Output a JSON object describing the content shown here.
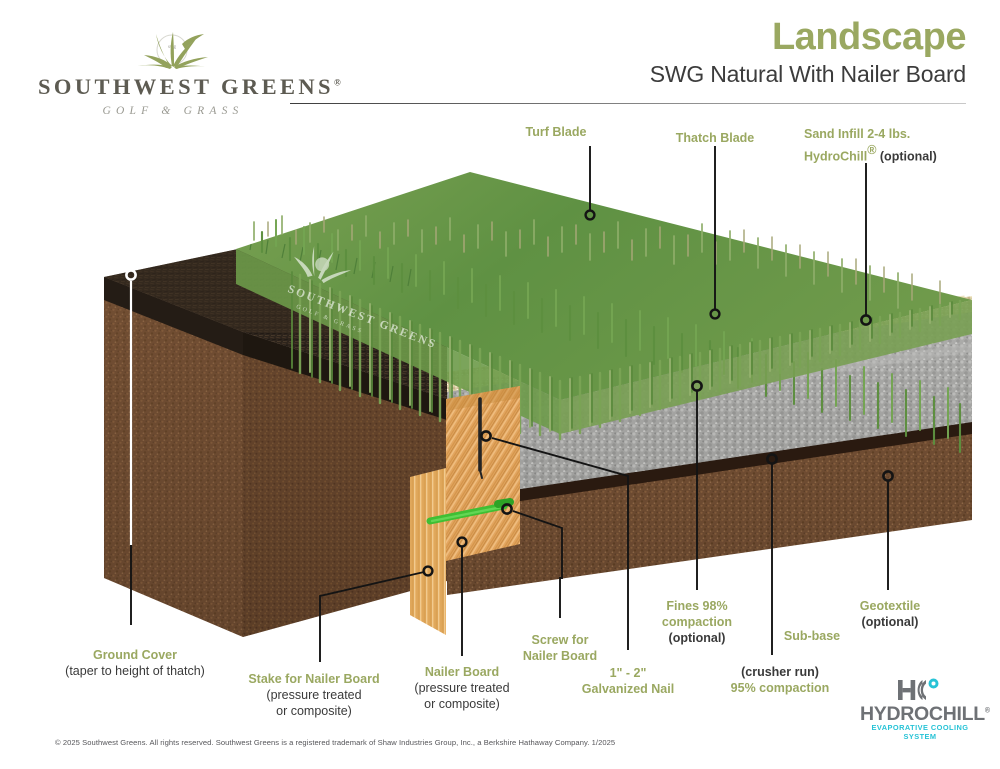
{
  "brand": {
    "logo_name": "SOUTHWEST GREENS",
    "logo_registered": "®",
    "logo_tagline": "GOLF & GRASS",
    "logo_icon": "grass-golfball-icon"
  },
  "header": {
    "title": "Landscape",
    "subtitle": "SWG Natural With Nailer Board",
    "title_color": "#9aa861",
    "subtitle_color": "#3c3c3c"
  },
  "diagram": {
    "name": "turf-cross-section-diagram",
    "layers": [
      {
        "id": "turf-blades",
        "label": "Turf Blade",
        "color": "#6e9e4e"
      },
      {
        "id": "thatch",
        "label": "Thatch Blade",
        "color": "#9aa371"
      },
      {
        "id": "sand-infill",
        "label": "Sand Infill",
        "color": "#d9cfa6"
      },
      {
        "id": "base-aggregate",
        "label": "Fines / Sub-base",
        "color": "#a9a9a9"
      },
      {
        "id": "geotextile",
        "label": "Geotextile",
        "color": "#3a2a1e"
      },
      {
        "id": "native-soil",
        "label": "Native Soil",
        "color": "#6d4a31"
      },
      {
        "id": "ground-cover-mulch",
        "label": "Ground Cover",
        "color": "#2e241c"
      },
      {
        "id": "nailer-board",
        "label": "Nailer Board",
        "color": "#e2a75a"
      },
      {
        "id": "stake",
        "label": "Stake",
        "color": "#f0b96a"
      },
      {
        "id": "screw",
        "label": "Screw",
        "color": "#3ec93e"
      },
      {
        "id": "nail",
        "label": "Galvanized Nail",
        "color": "#2b2b2b"
      }
    ],
    "watermark": "SOUTHWEST GREENS"
  },
  "callouts": [
    {
      "id": "turf-blade",
      "line1": "Turf Blade",
      "line1_style": "green",
      "lines": []
    },
    {
      "id": "thatch-blade",
      "line1": "Thatch Blade",
      "line1_style": "green",
      "lines": []
    },
    {
      "id": "sand-infill",
      "line1": "Sand Infill 2-4 lbs.",
      "line1_style": "green",
      "line2": "HydroChill",
      "line2_sup": "®",
      "line2_bold_tail": " (optional)"
    },
    {
      "id": "ground-cover",
      "line1": "Ground Cover",
      "line1_style": "green",
      "line2": "(taper to height of thatch)"
    },
    {
      "id": "stake-for-nailer-board",
      "line1": "Stake for Nailer Board",
      "line1_style": "green",
      "line2": "(pressure treated",
      "line3": "or composite)"
    },
    {
      "id": "nailer-board",
      "line1": "Nailer Board",
      "line1_style": "green",
      "line2": "(pressure treated",
      "line3": "or composite)"
    },
    {
      "id": "screw-for-nailer-board",
      "line1": "Screw for",
      "line2": "Nailer Board",
      "line1_style": "green"
    },
    {
      "id": "galvanized-nail",
      "line1": "1\" - 2\"",
      "line2": "Galvanized Nail",
      "line1_style": "green"
    },
    {
      "id": "fines-compaction",
      "line1": "Fines 98%",
      "line2": "compaction",
      "line3": "(optional)",
      "line1_style": "green"
    },
    {
      "id": "sub-base",
      "line1": "Sub-base",
      "line1_style": "green",
      "line2": "(crusher run)",
      "line3": "95% compaction"
    },
    {
      "id": "geotextile",
      "line1": "Geotextile",
      "line1_style": "green",
      "line2": "(optional)"
    }
  ],
  "label_text": {
    "turf_blade": "Turf Blade",
    "thatch_blade": "Thatch Blade",
    "sand_infill_l1": "Sand Infill 2-4 lbs.",
    "sand_infill_l2a": "HydroChill",
    "sand_infill_sup": "®",
    "sand_infill_l2b": " (optional)",
    "ground_cover_l1": "Ground Cover",
    "ground_cover_l2": "(taper to height of thatch)",
    "stake_l1": "Stake for Nailer Board",
    "stake_l2": "(pressure treated",
    "stake_l3": "or composite)",
    "nailer_l1": "Nailer Board",
    "nailer_l2": "(pressure treated",
    "nailer_l3": "or composite)",
    "screw_l1": "Screw for",
    "screw_l2": "Nailer Board",
    "nail_l1": "1\" - 2\"",
    "nail_l2": "Galvanized Nail",
    "fines_l1": "Fines 98%",
    "fines_l2": "compaction",
    "fines_l3": "(optional)",
    "subbase_l1": "Sub-base",
    "subbase_l2": "(crusher run)",
    "subbase_l3": "95% compaction",
    "geotextile_l1": "Geotextile",
    "geotextile_l2": "(optional)"
  },
  "footer": {
    "copyright": "© 2025 Southwest Greens. All rights reserved. Southwest Greens is a registered trademark of Shaw Industries Group, Inc., a Berkshire Hathaway Company. 1/2025",
    "hydrochill_word": "HYDROCHILL",
    "hydrochill_sup": "®",
    "hydrochill_tagline": "EVAPORATIVE COOLING SYSTEM",
    "hydrochill_icon": "hydrochill-hc-mark",
    "hydrochill_accent": "#27c3d6"
  },
  "colors": {
    "label_green": "#9aa861",
    "label_dark": "#3a3a3a",
    "brand_gray": "#5d5b52",
    "leader_line": "#1b1b1b"
  }
}
